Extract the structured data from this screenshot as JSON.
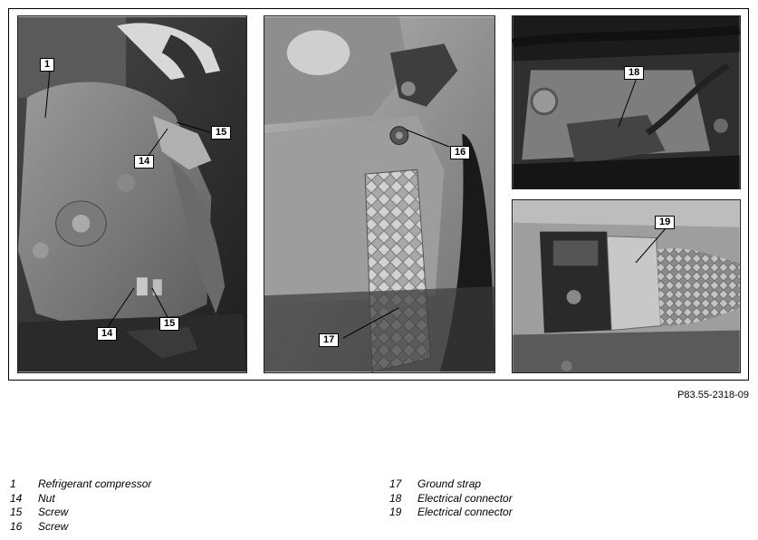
{
  "figure": {
    "id": "P83.55-2318-09",
    "callouts": {
      "c1": "1",
      "c14a": "14",
      "c15a": "15",
      "c14b": "14",
      "c15b": "15",
      "c16": "16",
      "c17": "17",
      "c18": "18",
      "c19": "19"
    }
  },
  "legend": {
    "left": [
      {
        "num": "1",
        "label": "Refrigerant compressor"
      },
      {
        "num": "14",
        "label": "Nut"
      },
      {
        "num": "15",
        "label": "Screw"
      },
      {
        "num": "16",
        "label": "Screw"
      }
    ],
    "right": [
      {
        "num": "17",
        "label": "Ground strap"
      },
      {
        "num": "18",
        "label": "Electrical connector"
      },
      {
        "num": "19",
        "label": "Electrical connector"
      }
    ]
  }
}
